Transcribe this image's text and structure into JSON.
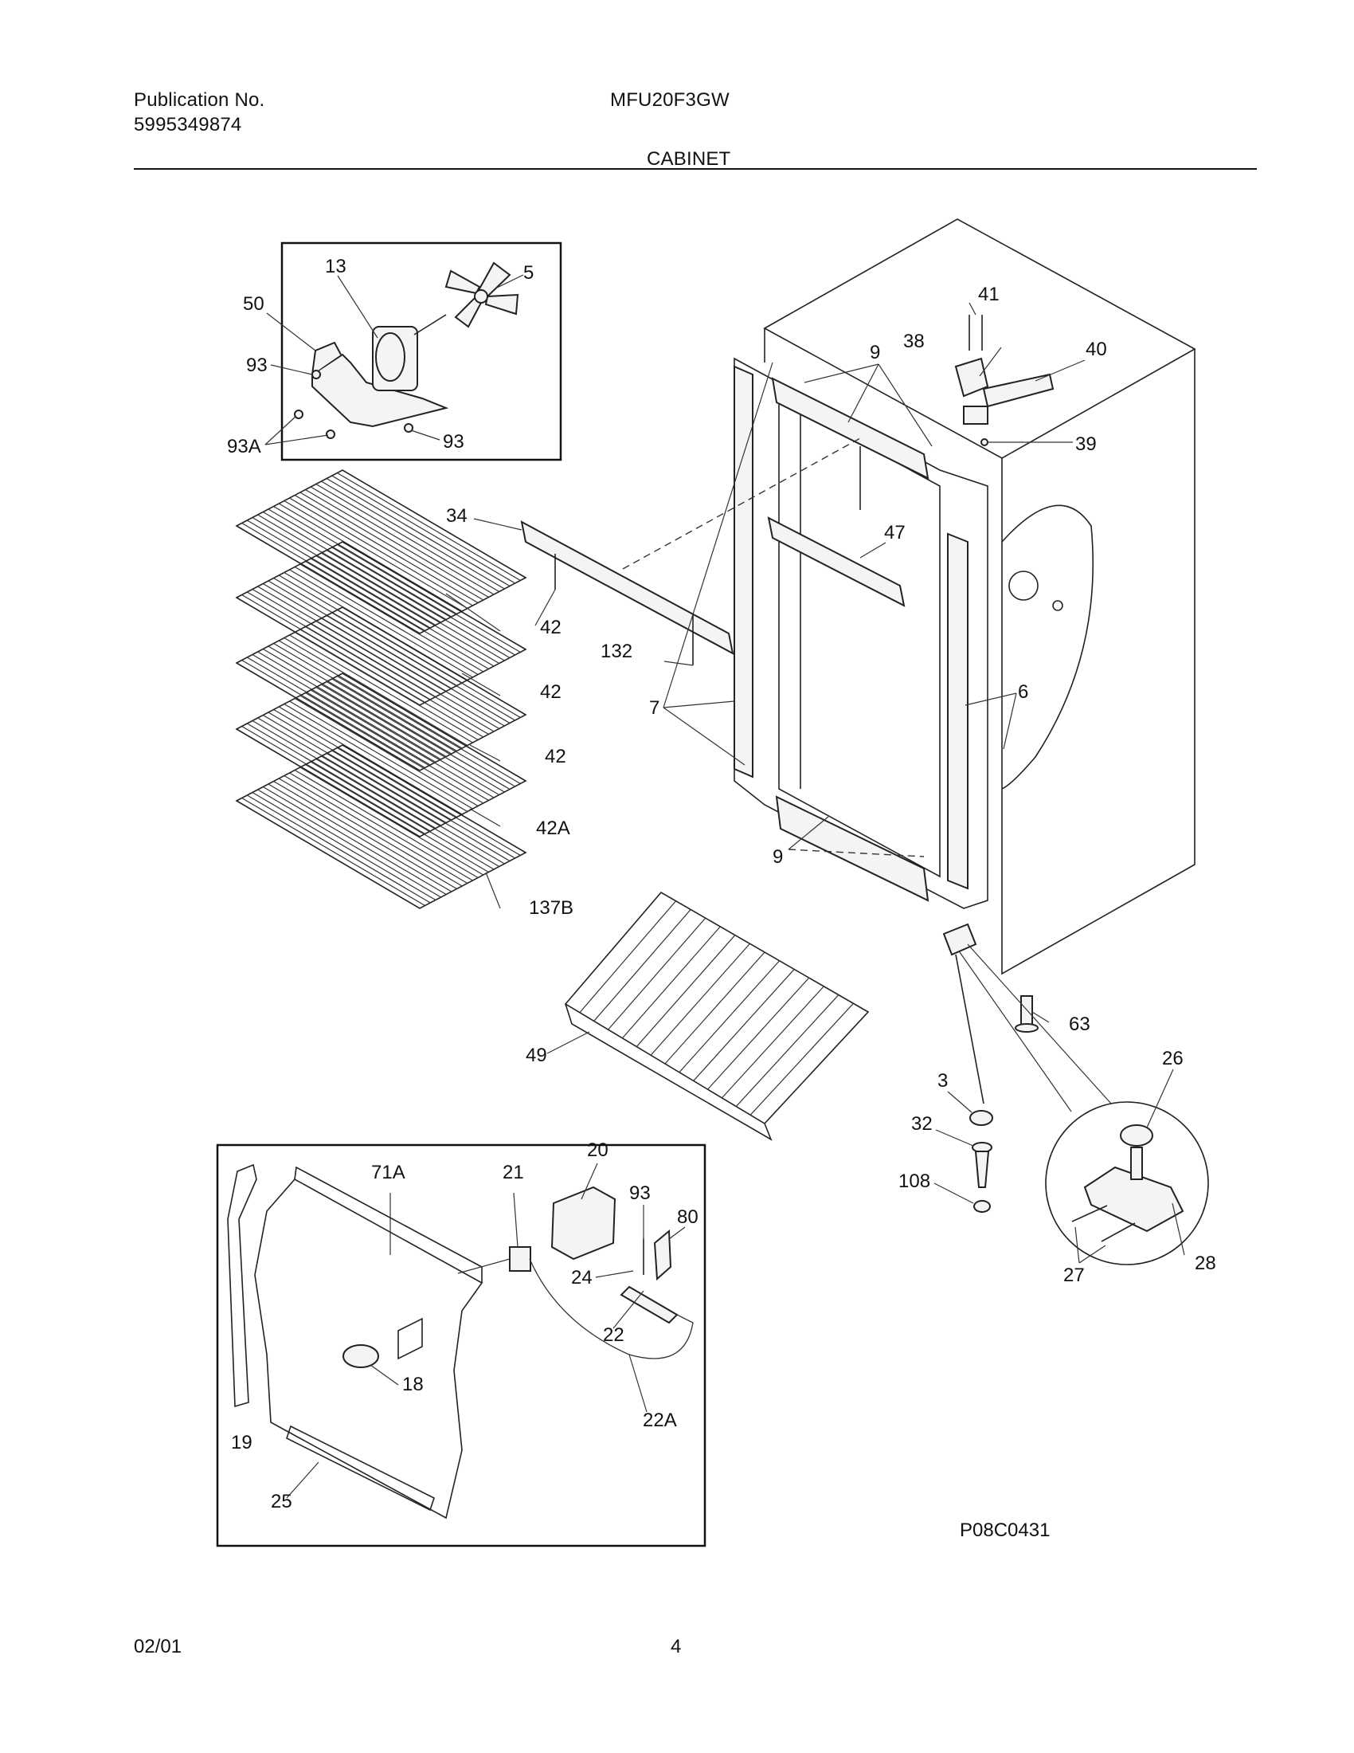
{
  "header": {
    "publication_label": "Publication No.",
    "publication_number": "5995349874",
    "model": "MFU20F3GW",
    "section_title": "CABINET"
  },
  "footer": {
    "date": "02/01",
    "page_number": "4"
  },
  "diagram": {
    "drawing_id": "P08C0431",
    "callouts": {
      "c13": "13",
      "c5": "5",
      "c50": "50",
      "c93a_top": "93",
      "c93A": "93A",
      "c93b": "93",
      "c41": "41",
      "c38": "38",
      "c40": "40",
      "c39": "39",
      "c9top": "9",
      "c34": "34",
      "c47": "47",
      "c42a": "42",
      "c132": "132",
      "c42b": "42",
      "c7": "7",
      "c6": "6",
      "c42c": "42",
      "c42A": "42A",
      "c9bot": "9",
      "c137B": "137B",
      "c63": "63",
      "c49": "49",
      "c26": "26",
      "c3": "3",
      "c32": "32",
      "c20": "20",
      "c71A": "71A",
      "c21": "21",
      "c93c": "93",
      "c80": "80",
      "c108": "108",
      "c24": "24",
      "c22": "22",
      "c28": "28",
      "c27": "27",
      "c18": "18",
      "c22A": "22A",
      "c19": "19",
      "c25": "25"
    }
  }
}
